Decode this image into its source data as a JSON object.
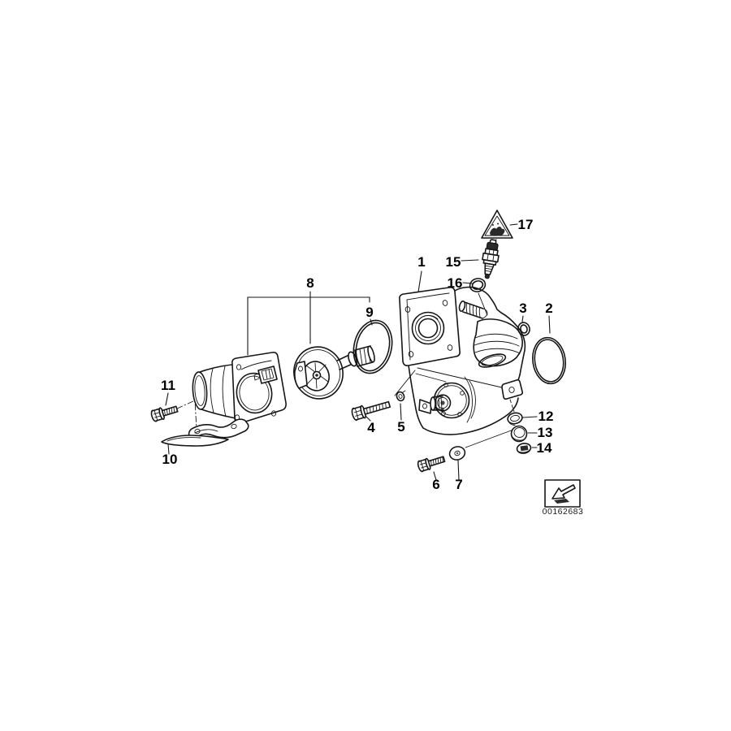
{
  "diagram": {
    "callouts": [
      {
        "label": "1"
      },
      {
        "label": "2"
      },
      {
        "label": "3"
      },
      {
        "label": "4"
      },
      {
        "label": "5"
      },
      {
        "label": "6"
      },
      {
        "label": "7"
      },
      {
        "label": "8"
      },
      {
        "label": "9"
      },
      {
        "label": "10"
      },
      {
        "label": "11"
      },
      {
        "label": "12"
      },
      {
        "label": "13"
      },
      {
        "label": "14"
      },
      {
        "label": "15"
      },
      {
        "label": "16"
      },
      {
        "label": "17"
      }
    ],
    "stamp": {
      "number": "00162683"
    },
    "line_color": "#161616",
    "background_color": "#ffffff"
  }
}
